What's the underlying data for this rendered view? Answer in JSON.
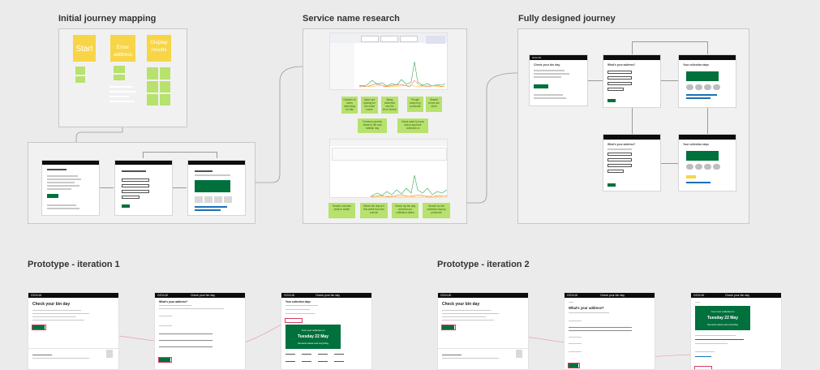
{
  "sections": {
    "initial": {
      "title": "Initial journey mapping"
    },
    "research": {
      "title": "Service name research"
    },
    "designed": {
      "title": "Fully designed journey"
    },
    "proto1": {
      "title": "Prototype - iteration 1"
    },
    "proto2": {
      "title": "Prototype - iteration 2"
    }
  },
  "stickies": {
    "start": "Start",
    "enter_address": "Enter address",
    "display_results": "Display results"
  },
  "research_notes": [
    "Number of users searching for this",
    "Users are looking for the exact name",
    "Many searches use the term 'check'",
    "People search by postcode",
    "Search terms are short",
    "Common queries relate to bin and rubbish day",
    "Users want to know which day their collection is",
    "Search volumes peak in winter",
    "Which bin day is it this week from the council",
    "Check my bin day and find out collection dates",
    "Search for bin collection day by postcode"
  ],
  "mock": {
    "brand": "GOV.UK",
    "service": "Check your bin day",
    "start_heading": "Check your bin day",
    "address_heading": "What's your address?",
    "results_heading": "Your collection days",
    "start_button": "Start",
    "result_panel_line1": "Your next collection is",
    "result_panel_line2": "Tuesday 22 May",
    "result_panel_line3": "General waste and recycling"
  },
  "colors": {
    "background": "#ebebeb",
    "frame": "#f1f1f1",
    "sticky_yellow": "#f7d547",
    "sticky_green": "#b6e26d",
    "header": "#0b0c0c",
    "button_green": "#00703c",
    "link_blue": "#1d70b8",
    "prototype_link": "#d43c63"
  }
}
